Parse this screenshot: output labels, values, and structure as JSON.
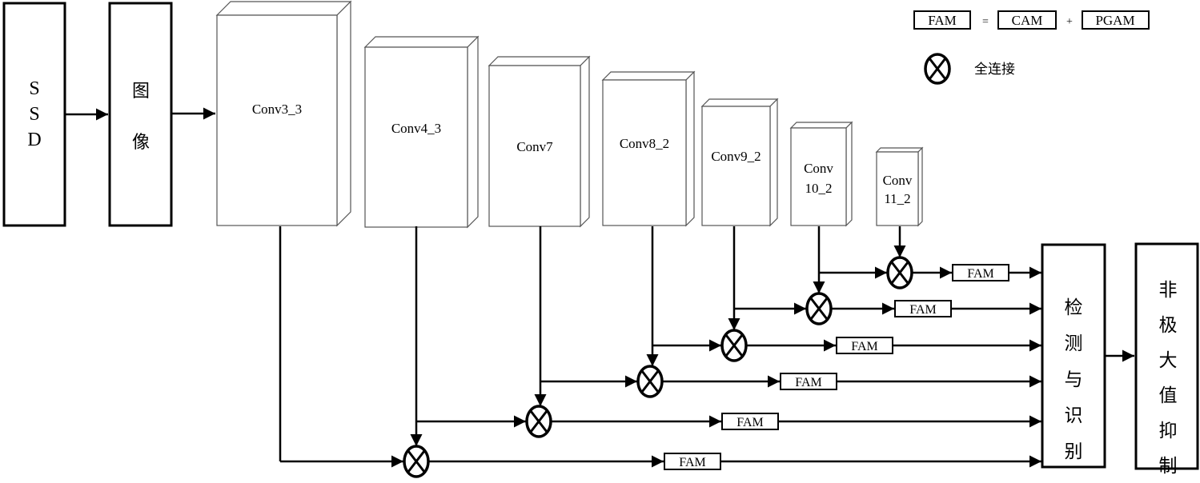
{
  "diagram": {
    "input_block": {
      "label_chars": [
        "S",
        "S",
        "D"
      ]
    },
    "image_block": {
      "label_chars": [
        "图",
        "像"
      ]
    },
    "conv_layers": [
      {
        "id": "conv3_3",
        "lines": [
          "Conv3_3"
        ]
      },
      {
        "id": "conv4_3",
        "lines": [
          "Conv4_3"
        ]
      },
      {
        "id": "conv7",
        "lines": [
          "Conv7"
        ]
      },
      {
        "id": "conv8_2",
        "lines": [
          "Conv8_2"
        ]
      },
      {
        "id": "conv9_2",
        "lines": [
          "Conv9_2"
        ]
      },
      {
        "id": "conv10_2",
        "lines": [
          "Conv",
          "10_2"
        ]
      },
      {
        "id": "conv11_2",
        "lines": [
          "Conv",
          "11_2"
        ]
      }
    ],
    "fusion_nodes": [
      {
        "inputs": [
          "conv3_3",
          "conv4_3"
        ]
      },
      {
        "inputs": [
          "conv4_3",
          "conv7"
        ]
      },
      {
        "inputs": [
          "conv7",
          "conv8_2"
        ]
      },
      {
        "inputs": [
          "conv8_2",
          "conv9_2"
        ]
      },
      {
        "inputs": [
          "conv9_2",
          "conv10_2"
        ]
      },
      {
        "inputs": [
          "conv10_2",
          "conv11_2"
        ]
      }
    ],
    "fam_label": "FAM",
    "detection_block": {
      "label_chars": [
        "检",
        "测",
        "与",
        "识",
        "别"
      ]
    },
    "nms_block": {
      "label_chars": [
        "非",
        "极",
        "大",
        "值",
        "抑",
        "制"
      ]
    },
    "legend": {
      "equation": {
        "lhs": "FAM",
        "eq": "=",
        "term1": "CAM",
        "plus": "+",
        "term2": "PGAM"
      },
      "symbol_meaning": "全连接"
    }
  }
}
